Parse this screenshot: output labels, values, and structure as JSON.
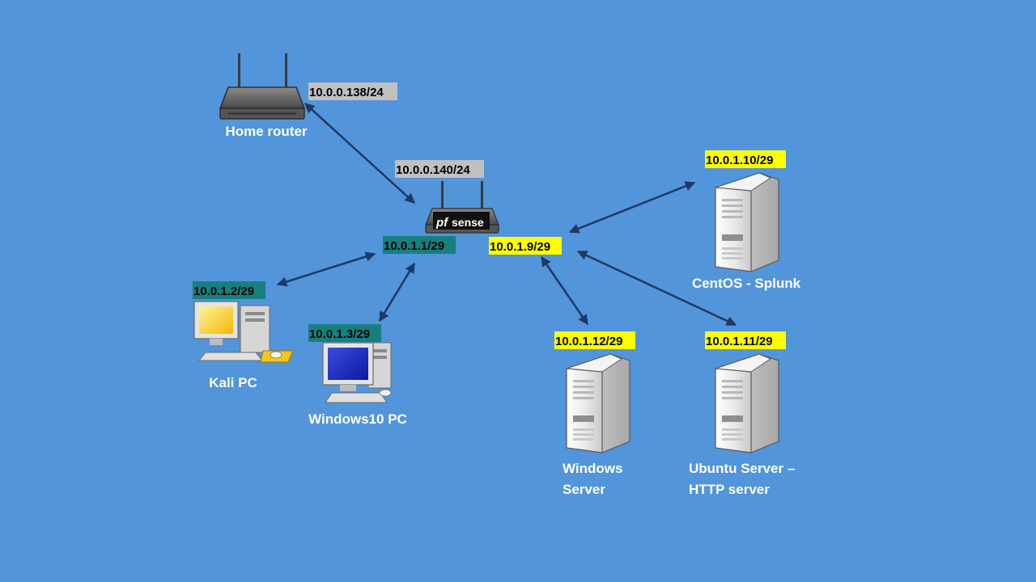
{
  "colors": {
    "background": "#5295DA",
    "wan_ip_highlight": "#C0C0C0",
    "lan1_ip_highlight": "#168080",
    "lan2_ip_highlight": "#FFFF00",
    "connector": "#1F3864",
    "device_label": "#FFFFFF"
  },
  "devices": {
    "home_router": {
      "icon": "wireless-router-icon",
      "label": "Home router",
      "ip": "10.0.0.138/24"
    },
    "pfsense": {
      "icon": "pfsense-firewall-icon",
      "logo_text_pf": "pf",
      "logo_text_sense": "sense",
      "wan_ip": "10.0.0.140/24",
      "lan1_ip": "10.0.1.1/29",
      "lan2_ip": "10.0.1.9/29"
    },
    "kali_pc": {
      "icon": "desktop-pc-icon",
      "label": "Kali PC",
      "ip": "10.0.1.2/29"
    },
    "windows10_pc": {
      "icon": "desktop-pc-icon",
      "label": "Windows10 PC",
      "ip": "10.0.1.3/29"
    },
    "centos_splunk": {
      "icon": "server-tower-icon",
      "label": "CentOS - Splunk",
      "ip": "10.0.1.10/29"
    },
    "windows_server": {
      "icon": "server-tower-icon",
      "label_line1": "Windows",
      "label_line2": "Server",
      "ip": "10.0.1.12/29"
    },
    "ubuntu_server": {
      "icon": "server-tower-icon",
      "label_line1": "Ubuntu Server –",
      "label_line2": "HTTP server",
      "ip": "10.0.1.11/29"
    }
  }
}
